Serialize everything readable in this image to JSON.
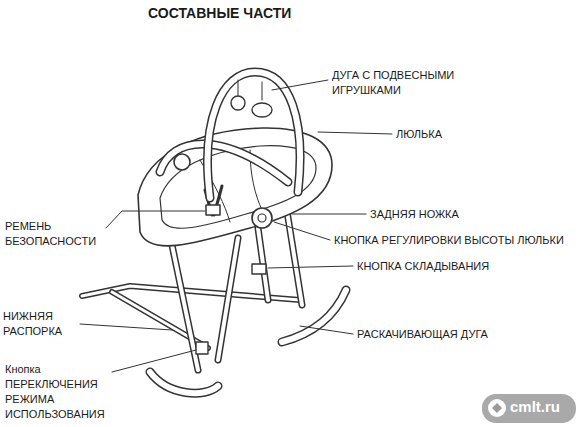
{
  "diagram": {
    "title": "СОСТАВНЫЕ ЧАСТИ",
    "labels": [
      "ДУГА С ПОДВЕСНЫМИ ИГРУШКАМИ",
      "ЛЮЛЬКА",
      "РЕМЕНЬ БЕЗОПАСНОСТИ",
      "ЗАДНЯЯ НОЖКА",
      "КНОПКА РЕГУЛИРОВКИ ВЫСОТЫ ЛЮЛЬКИ",
      "КНОПКА СКЛАДЫВАНИЯ",
      "НИЖНЯЯ РАСПОРКА",
      "РАСКАЧИВАЮЩАЯ ДУГА",
      "Кнопка ПЕРЕКЛЮЧЕНИЯ РЕЖИМА ИСПОЛЬЗОВАНИЯ",
      "cmlt.ru"
    ]
  }
}
